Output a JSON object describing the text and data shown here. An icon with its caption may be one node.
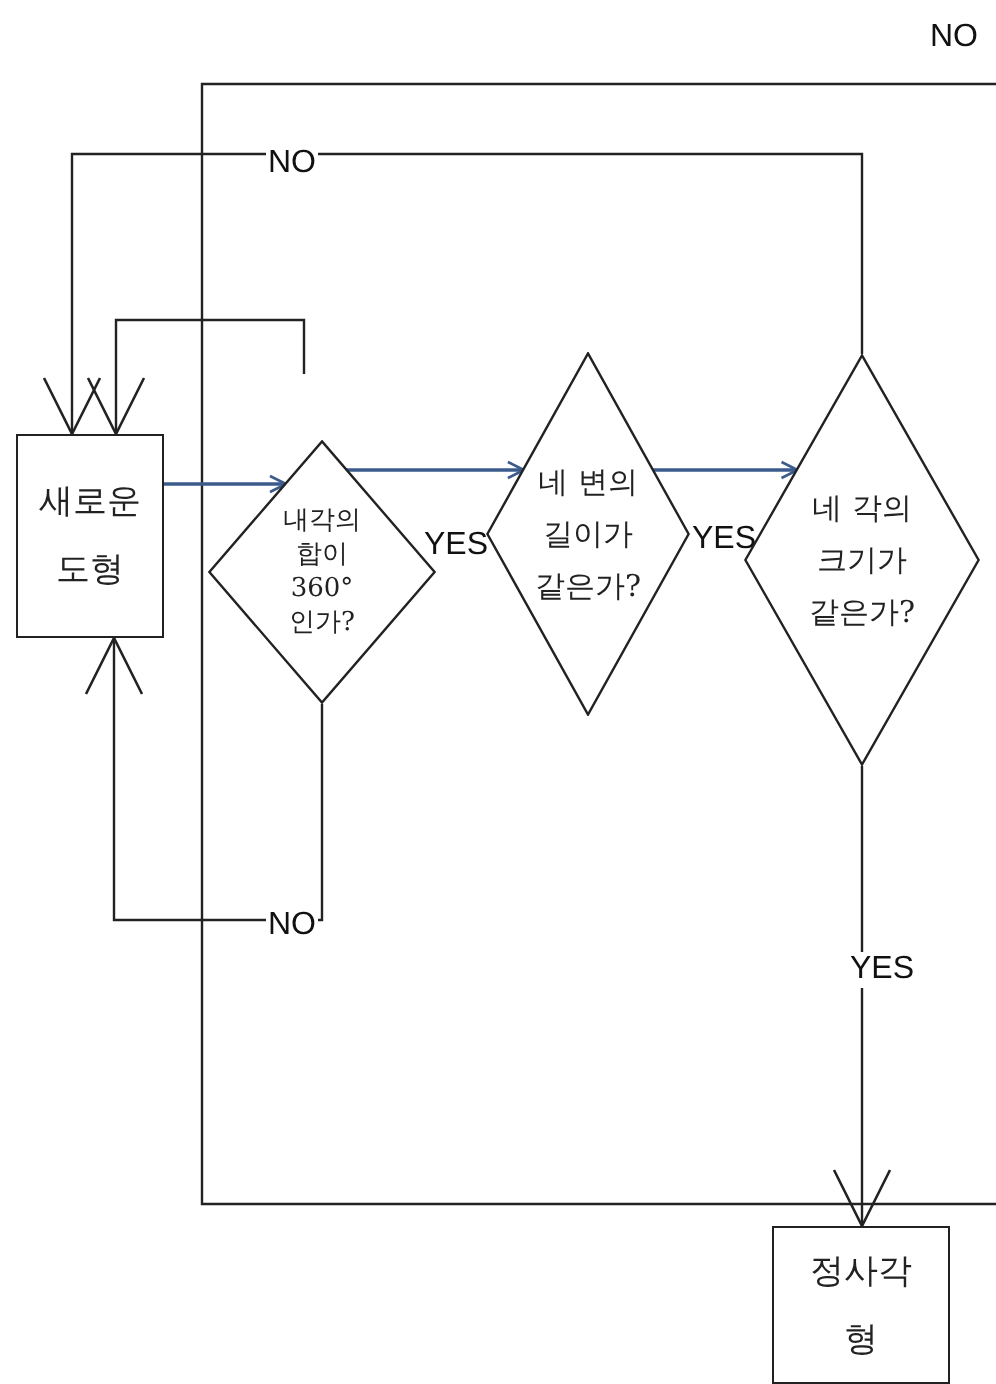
{
  "diagram": {
    "nodes": [
      {
        "text": [
          "새로운 도형"
        ]
      },
      {
        "text": [
          "내각의 합이 360°인가?"
        ]
      },
      {
        "text": [
          "네 변의 길이가 같은가?"
        ]
      },
      {
        "text": [
          "네 각의 크기가 같은가?"
        ]
      },
      {
        "text": [
          "정사각형"
        ]
      }
    ],
    "edges": [
      {
        "from": 0,
        "to": 1,
        "arrow": "to",
        "color": "#3b5b8c"
      },
      {
        "from": 1,
        "to": 2,
        "arrow": "to",
        "label": "YES",
        "color": "#3b5b8c"
      },
      {
        "from": 2,
        "to": 3,
        "arrow": "to",
        "label": "YES",
        "color": "#3b5b8c"
      },
      {
        "from": 3,
        "to": 4,
        "arrow": "to",
        "label": "YES"
      },
      {
        "from": 3,
        "to": 0,
        "arrow": "to",
        "label": "NO"
      },
      {
        "from": 1,
        "to": 0,
        "arrow": "to",
        "label": "NO"
      },
      {
        "from": null,
        "to": 0,
        "arrow": "to"
      }
    ],
    "labels": [
      "NO"
    ]
  }
}
